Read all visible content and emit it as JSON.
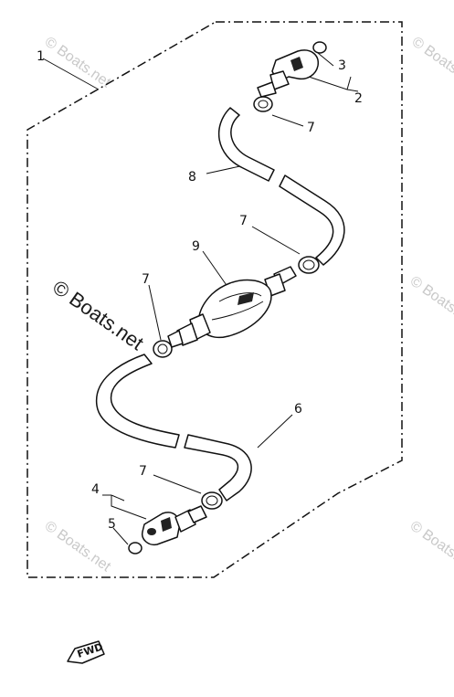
{
  "diagram": {
    "callouts": {
      "c1": "1",
      "c2": "2",
      "c3": "3",
      "c4": "4",
      "c5": "5",
      "c6": "6",
      "c7a": "7",
      "c7b": "7",
      "c7c": "7",
      "c7d": "7",
      "c8": "8",
      "c9": "9"
    },
    "fwd_label": "FWD",
    "watermarks": {
      "w1": "© Boats.net",
      "w2": "© Boats.net",
      "w3": "© Boats.net",
      "w4": "© Boats.net",
      "w5": "© Boats.net",
      "w6": "© Boats.net"
    },
    "colors": {
      "ink": "#111111",
      "watermark": "#c9c9c9",
      "background": "#ffffff"
    }
  }
}
